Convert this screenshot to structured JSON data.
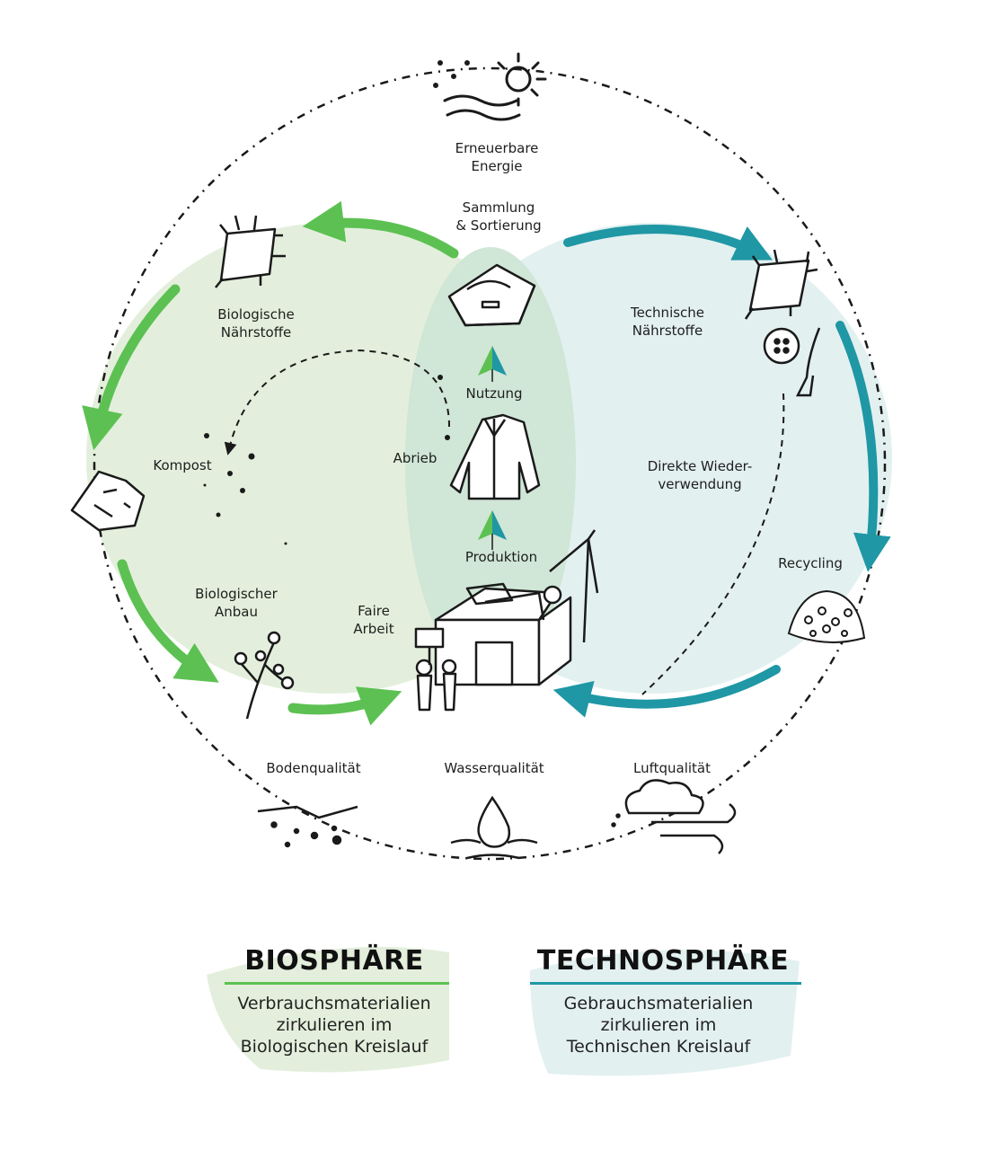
{
  "colors": {
    "bio_green": "#5cc152",
    "bio_fill": "#e3efdc",
    "tech_teal": "#1f97a5",
    "tech_fill": "#e3f0f0",
    "overlap_fill": "#d0e6d6",
    "ink": "#1a1a1a"
  },
  "top": {
    "energy": "Erneuerbare\nEnergie",
    "energy_icon": "sun-icon"
  },
  "center": {
    "collection": "Sammlung\n& Sortierung",
    "usage": "Nutzung",
    "abrasion": "Abrieb",
    "production": "Produktion",
    "fair_work": "Faire\nArbeit"
  },
  "bio_cycle": {
    "nutrients": "Biologische\nNährstoffe",
    "compost": "Kompost",
    "farming": "Biologischer\nAnbau"
  },
  "tech_cycle": {
    "nutrients": "Technische\nNährstoffe",
    "reuse": "Direkte Wieder-\nverwendung",
    "recycling": "Recycling"
  },
  "bottom": {
    "soil": "Bodenqualität",
    "water": "Wasserqualität",
    "air": "Luftqualität"
  },
  "legend": {
    "bio_title": "BIOSPHÄRE",
    "bio_text": "Verbrauchsmaterialien\nzirkulieren im\nBiologischen Kreislauf",
    "tech_title": "TECHNOSPHÄRE",
    "tech_text": "Gebrauchsmaterialien\nzirkulieren im\nTechnischen Kreislauf"
  }
}
